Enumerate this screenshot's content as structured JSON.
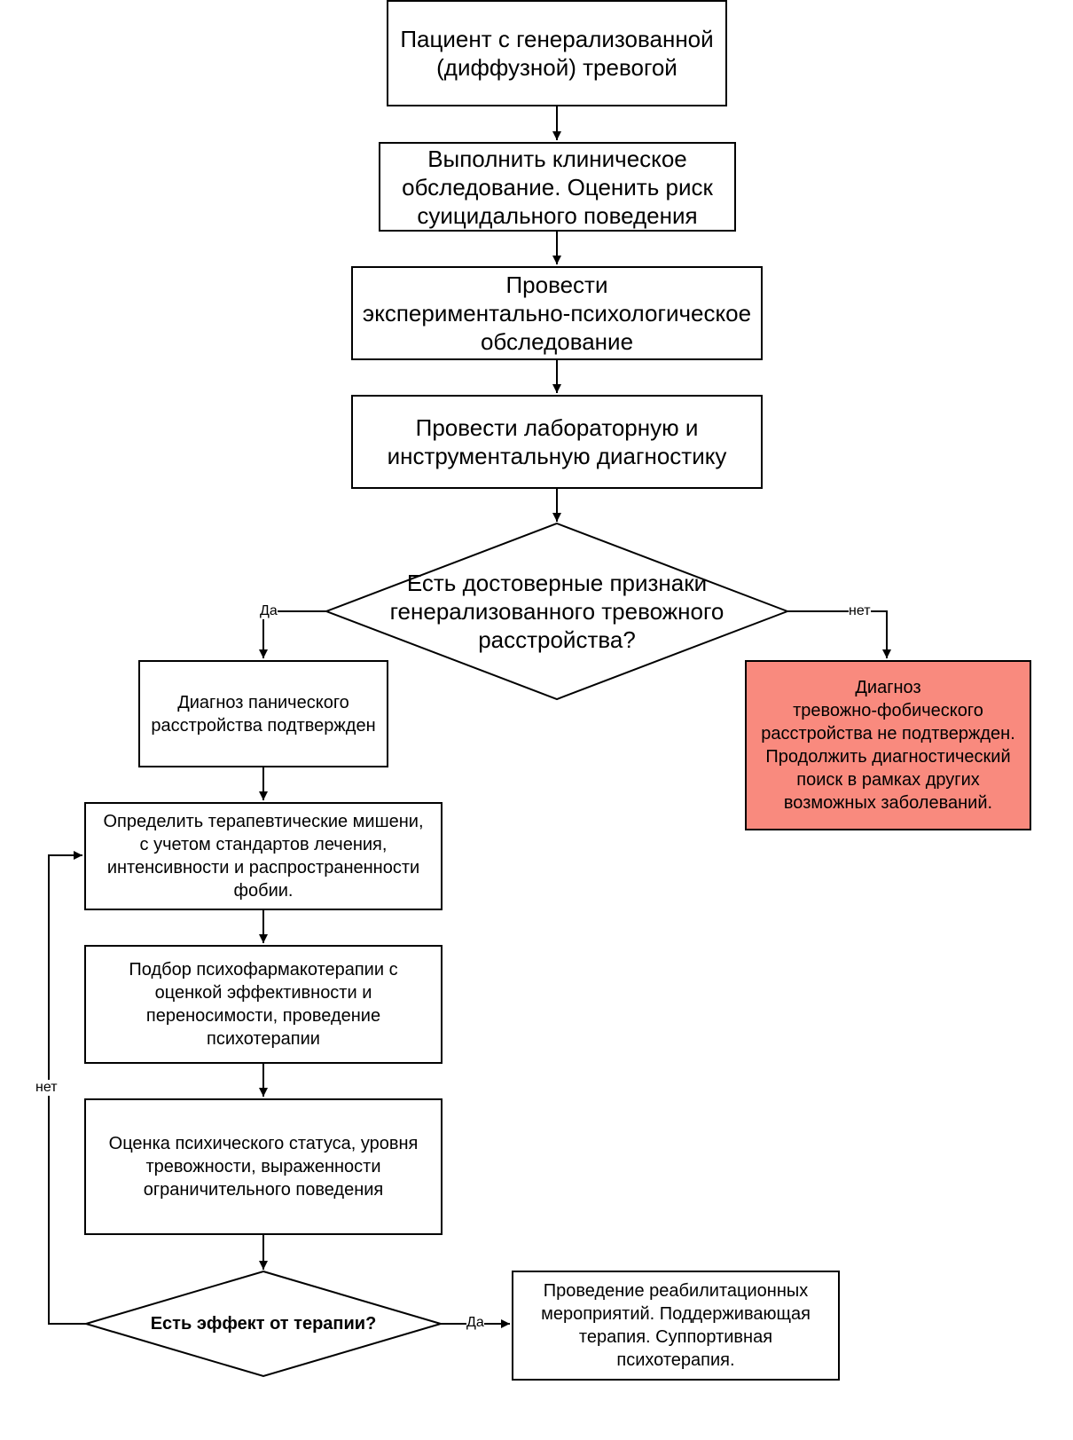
{
  "nodes": {
    "patient": "Пациент с генерализованной\n(диффузной) тревогой",
    "clinical_exam": "Выполнить клиническое\nобследование.  Оценить риск\nсуицидального поведения",
    "psych_exam": "Провести\nэкспериментально-психологическое\nобследование",
    "lab_diag": "Провести лабораторную и\nинструментальную диагностику",
    "decision_gad": "Есть достоверные признаки\nгенерализованного тревожного\nрасстройства?",
    "panic_confirmed": "Диагноз панического\nрасстройства подтвержден",
    "not_confirmed": "Диагноз\nтревожно-фобического\nрасстройства не подтвержден.\nПродолжить диагностический\nпоиск в рамках других\nвозможных заболеваний.",
    "targets": "Определить терапевтические мишени,\nс учетом стандартов лечения,\nинтенсивности и распространенности\nфобии.",
    "pharma": "Подбор психофармакотерапии с\nоценкой эффективности и\nпереносимости, проведение\nпсихотерапии",
    "status": "Оценка психического статуса, уровня\nтревожности, выраженности\nограничительного поведения",
    "decision_effect": "Есть эффект от терапии?",
    "rehab": "Проведение реабилитационных\nмероприятий. Поддерживающая\nтерапия. Суппортивная\nпсихотерапия."
  },
  "edge_labels": {
    "gad_yes": "Да",
    "gad_no": "нет",
    "effect_no": "нет",
    "effect_yes": "Да"
  },
  "colors": {
    "stroke": "#000000",
    "highlight_fill": "#f98a7e"
  }
}
